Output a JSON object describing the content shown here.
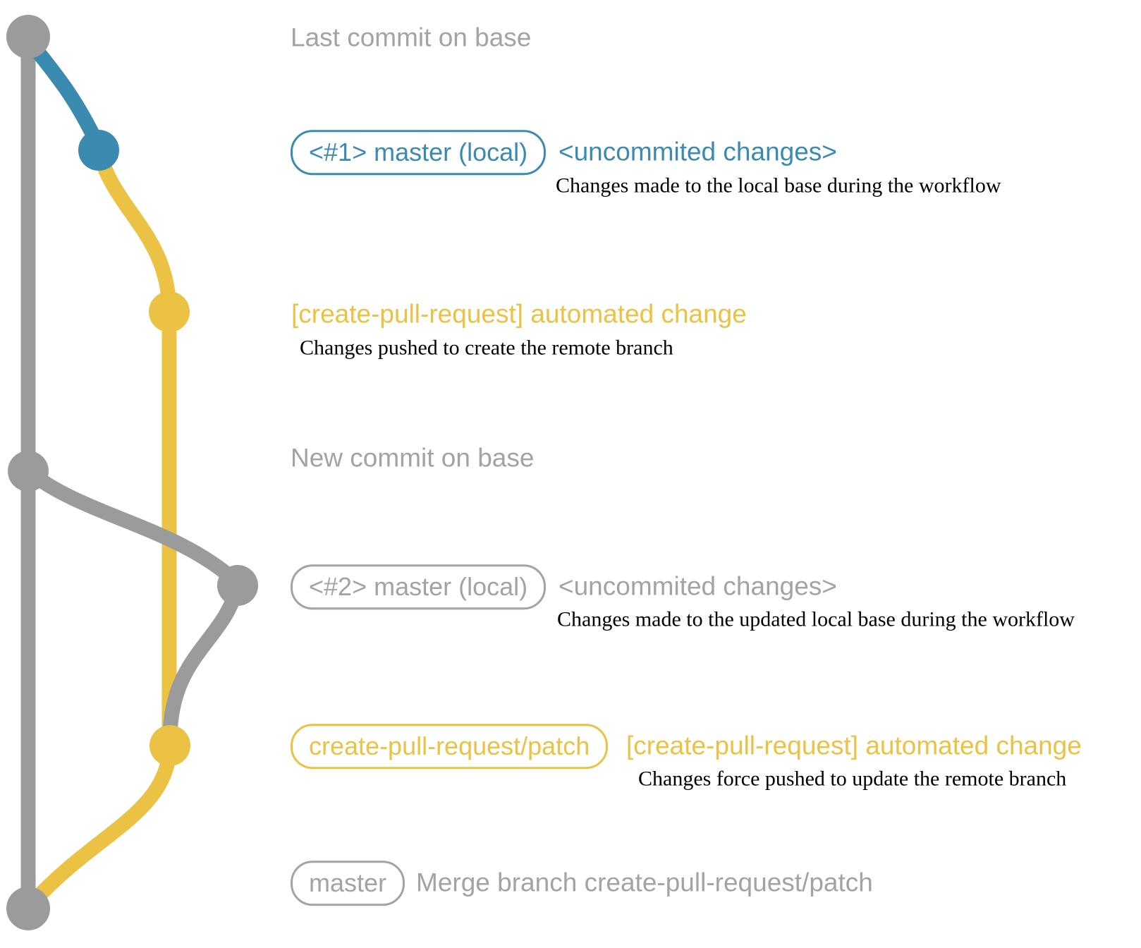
{
  "colors": {
    "branch_blue": "#3b8bb0",
    "branch_yellow": "#ebc244",
    "branch_gray": "#9b9b9b",
    "label_gray": "#a3a3a3",
    "annotation_black": "#000000"
  },
  "rows": [
    {
      "title": "Last commit on base"
    },
    {
      "badge": "<#1> master (local)",
      "message": "<uncommited changes>",
      "annotation": "Changes made to the local base during the workflow",
      "color": "blue"
    },
    {
      "message": "[create-pull-request] automated change",
      "annotation": "Changes pushed to create the remote branch",
      "color": "yellow"
    },
    {
      "title": "New commit on base"
    },
    {
      "badge": "<#2> master (local)",
      "message": "<uncommited changes>",
      "annotation": "Changes made to the updated local base during the workflow",
      "color": "gray"
    },
    {
      "badge": "create-pull-request/patch",
      "message": "[create-pull-request] automated change",
      "annotation": "Changes force pushed to update the remote branch",
      "color": "yellow"
    },
    {
      "badge": "master",
      "message": "Merge branch create-pull-request/patch",
      "color": "gray"
    }
  ],
  "graph": {
    "branches": [
      "base (gray)",
      "master local (blue/gray)",
      "create-pull-request/patch (yellow)"
    ],
    "commits": [
      {
        "branch": "base",
        "color": "gray",
        "row": "Last commit on base"
      },
      {
        "branch": "local",
        "color": "blue",
        "row": "<#1> master (local)"
      },
      {
        "branch": "patch",
        "color": "yellow",
        "row": "[create-pull-request] automated change"
      },
      {
        "branch": "base",
        "color": "gray",
        "row": "New commit on base"
      },
      {
        "branch": "local",
        "color": "gray",
        "row": "<#2> master (local)"
      },
      {
        "branch": "patch",
        "color": "yellow",
        "row": "create-pull-request/patch"
      },
      {
        "branch": "base",
        "color": "gray",
        "row": "Merge branch create-pull-request/patch"
      }
    ]
  }
}
